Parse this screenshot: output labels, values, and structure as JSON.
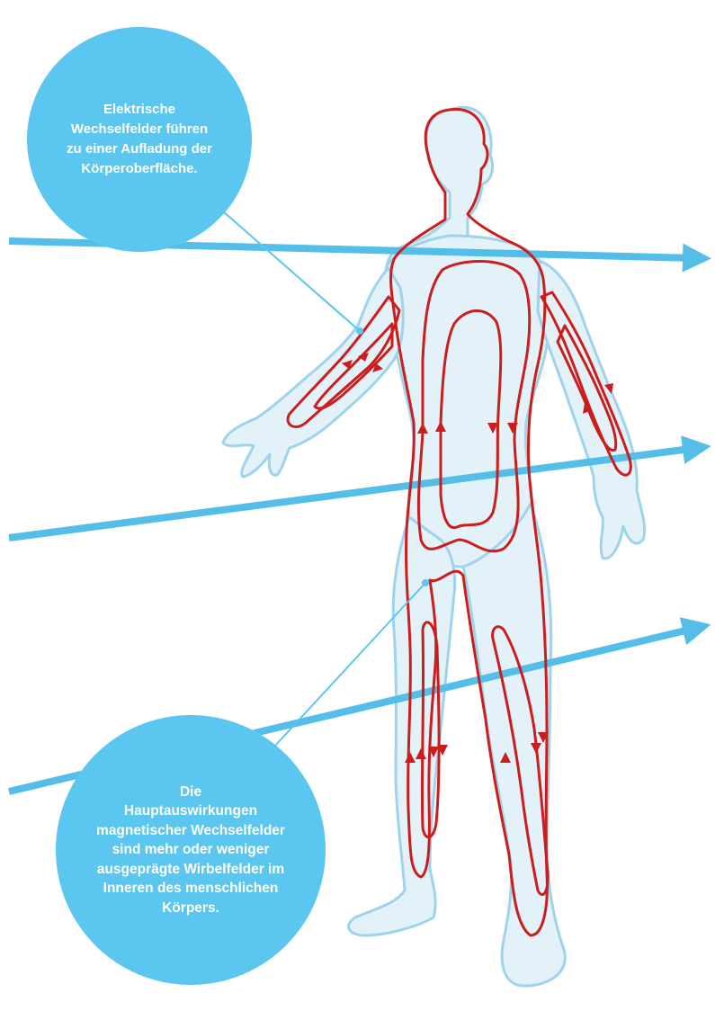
{
  "colors": {
    "bubble": "#5bc6ef",
    "field_arrow": "#54bde8",
    "current": "#cc1d1d",
    "body_outline": "#9fd3ec",
    "body_fill": "#e3f2f9",
    "text_on_bubble": "#ffffff"
  },
  "callouts": {
    "electric": {
      "lines": [
        "Elektrische",
        "Wechselfelder führen",
        "zu einer Aufladung der",
        "Körperoberfläche."
      ]
    },
    "magnetic": {
      "lines": [
        "Die",
        "Hauptauswirkungen",
        "magnetischer Wechselfelder",
        "sind mehr oder weniger",
        "ausgeprägte Wirbelfelder im",
        "Inneren des menschlichen",
        "Körpers."
      ]
    }
  },
  "icons": {
    "field_arrows": "arrow-right-icon",
    "eddy_currents": "loop-arrow-icon"
  }
}
